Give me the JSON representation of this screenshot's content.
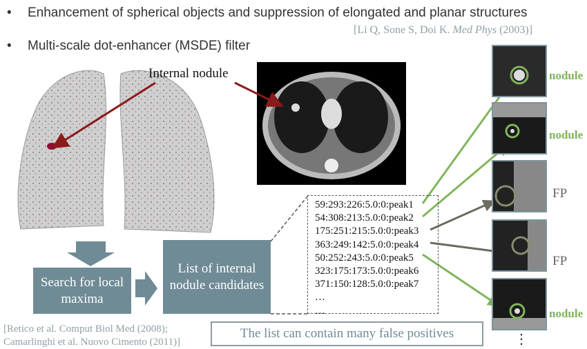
{
  "bullets": [
    "Enhancement of spherical objects and suppression of elongated and planar structures",
    "Multi-scale dot-enhancer (MSDE) filter"
  ],
  "citation_top": {
    "prefix": "[Li Q, Sone S, Doi K. ",
    "journal": "Med Phys",
    "suffix": " (2003)]"
  },
  "internal_nodule_label": "Internal nodule",
  "search_box": "Search for local maxima",
  "list_box": "List of internal nodule candidates",
  "peaks": [
    "59:293:226:5.0:0:peak1",
    "54:308:213:5.0:0:peak2",
    "175:251:215:5.0:0:peak3",
    "363:249:142:5.0:0:peak4",
    "50:252:243:5.0:0:peak5",
    "323:175:173:5.0:0:peak6",
    "371:150:128:5.0:0:peak7",
    "…",
    "…"
  ],
  "false_positive_note": "The list can contain many false positives",
  "citation_bottom": [
    "[Retico et al. Comput Biol Med (2008);",
    "Camarlinghi et al. Nuovo Cimento (2011)]"
  ],
  "thumbnails": [
    {
      "label": "nodule",
      "type": "nodule"
    },
    {
      "label": "nodule",
      "type": "nodule"
    },
    {
      "label": "FP",
      "type": "fp"
    },
    {
      "label": "FP",
      "type": "fp"
    },
    {
      "label": "nodule",
      "type": "nodule"
    }
  ],
  "more_indicator": "⋮",
  "colors": {
    "nodule": "#7fb55a",
    "fp": "#6b6b5e",
    "box": "#6f8b96",
    "red_arrow": "#8b1a1a"
  }
}
